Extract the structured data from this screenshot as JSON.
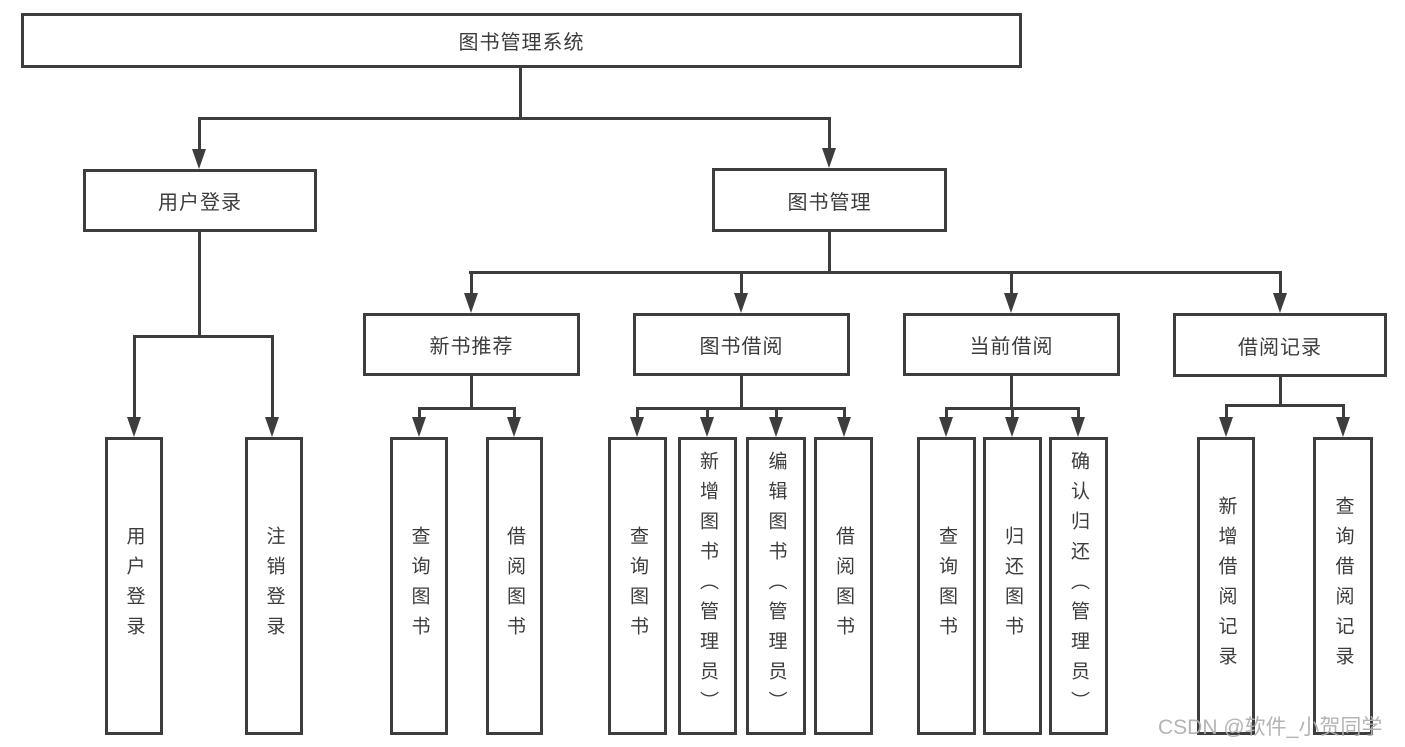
{
  "diagram": {
    "colors": {
      "line": "#3d3d3d",
      "text": "#3c3c3c",
      "box_background": "#ffffff",
      "watermark": "#b0b0b0"
    },
    "nodes": {
      "root": {
        "label": "图书管理系统"
      },
      "user_login": {
        "label": "用户登录"
      },
      "book_mgmt": {
        "label": "图书管理"
      },
      "new_books": {
        "label": "新书推荐"
      },
      "book_borrow": {
        "label": "图书借阅"
      },
      "current_borrow": {
        "label": "当前借阅"
      },
      "borrow_records": {
        "label": "借阅记录"
      },
      "leaf_user_login": {
        "label": "用户登录"
      },
      "leaf_logout": {
        "label": "注销登录"
      },
      "leaf_nb_query": {
        "label": "查询图书"
      },
      "leaf_nb_borrow": {
        "label": "借阅图书"
      },
      "leaf_bb_query": {
        "label": "查询图书"
      },
      "leaf_bb_add": {
        "label": "新增图书（管理员）"
      },
      "leaf_bb_edit": {
        "label": "编辑图书（管理员）"
      },
      "leaf_bb_borrow": {
        "label": "借阅图书"
      },
      "leaf_cb_query": {
        "label": "查询图书"
      },
      "leaf_cb_return": {
        "label": "归还图书"
      },
      "leaf_cb_confirm": {
        "label": "确认归还（管理员）"
      },
      "leaf_br_add": {
        "label": "新增借阅记录"
      },
      "leaf_br_query": {
        "label": "查询借阅记录"
      }
    },
    "tree": {
      "图书管理系统": {
        "用户登录": [
          "用户登录",
          "注销登录"
        ],
        "图书管理": {
          "新书推荐": [
            "查询图书",
            "借阅图书"
          ],
          "图书借阅": [
            "查询图书",
            "新增图书（管理员）",
            "编辑图书（管理员）",
            "借阅图书"
          ],
          "当前借阅": [
            "查询图书",
            "归还图书",
            "确认归还（管理员）"
          ],
          "借阅记录": [
            "新增借阅记录",
            "查询借阅记录"
          ]
        }
      }
    }
  },
  "watermark": {
    "text": "CSDN @软件_小贺同学"
  }
}
